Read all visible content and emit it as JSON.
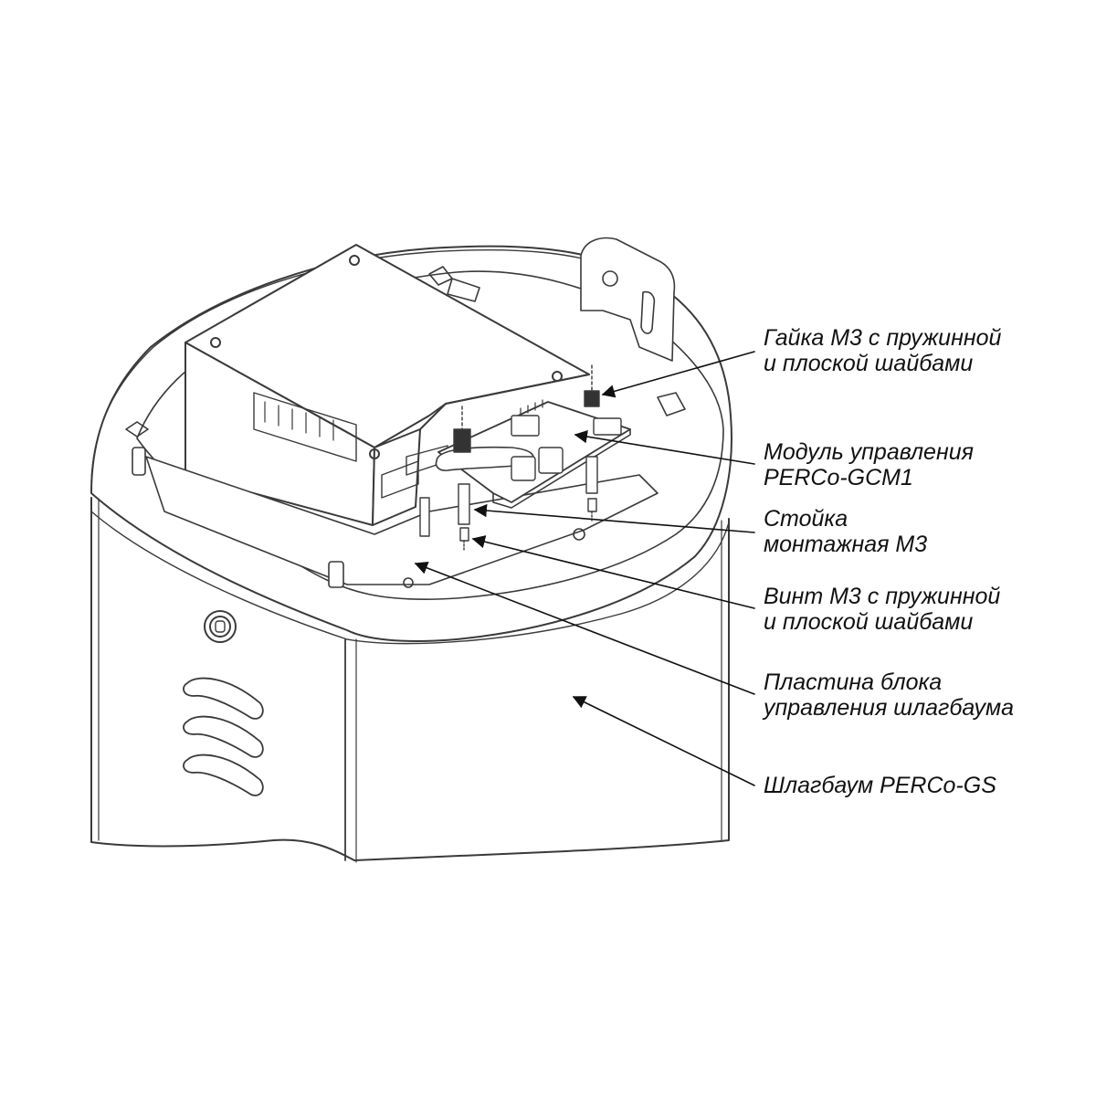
{
  "callouts": {
    "nut": {
      "line1": "Гайка М3 с пружинной",
      "line2": "и плоской шайбами"
    },
    "module": {
      "line1": "Модуль управления",
      "line2": "PERCo-GCM1"
    },
    "stand": {
      "line1": "Стойка",
      "line2": "монтажная М3"
    },
    "screw": {
      "line1": "Винт М3 с пружинной",
      "line2": "и плоской шайбами"
    },
    "plate": {
      "line1": "Пластина блока",
      "line2": "управления шлагбаума"
    },
    "barrier": {
      "line1": "Шлагбаум PERCo-GS"
    }
  },
  "colors": {
    "line": "#333333",
    "fill": "#ffffff"
  }
}
